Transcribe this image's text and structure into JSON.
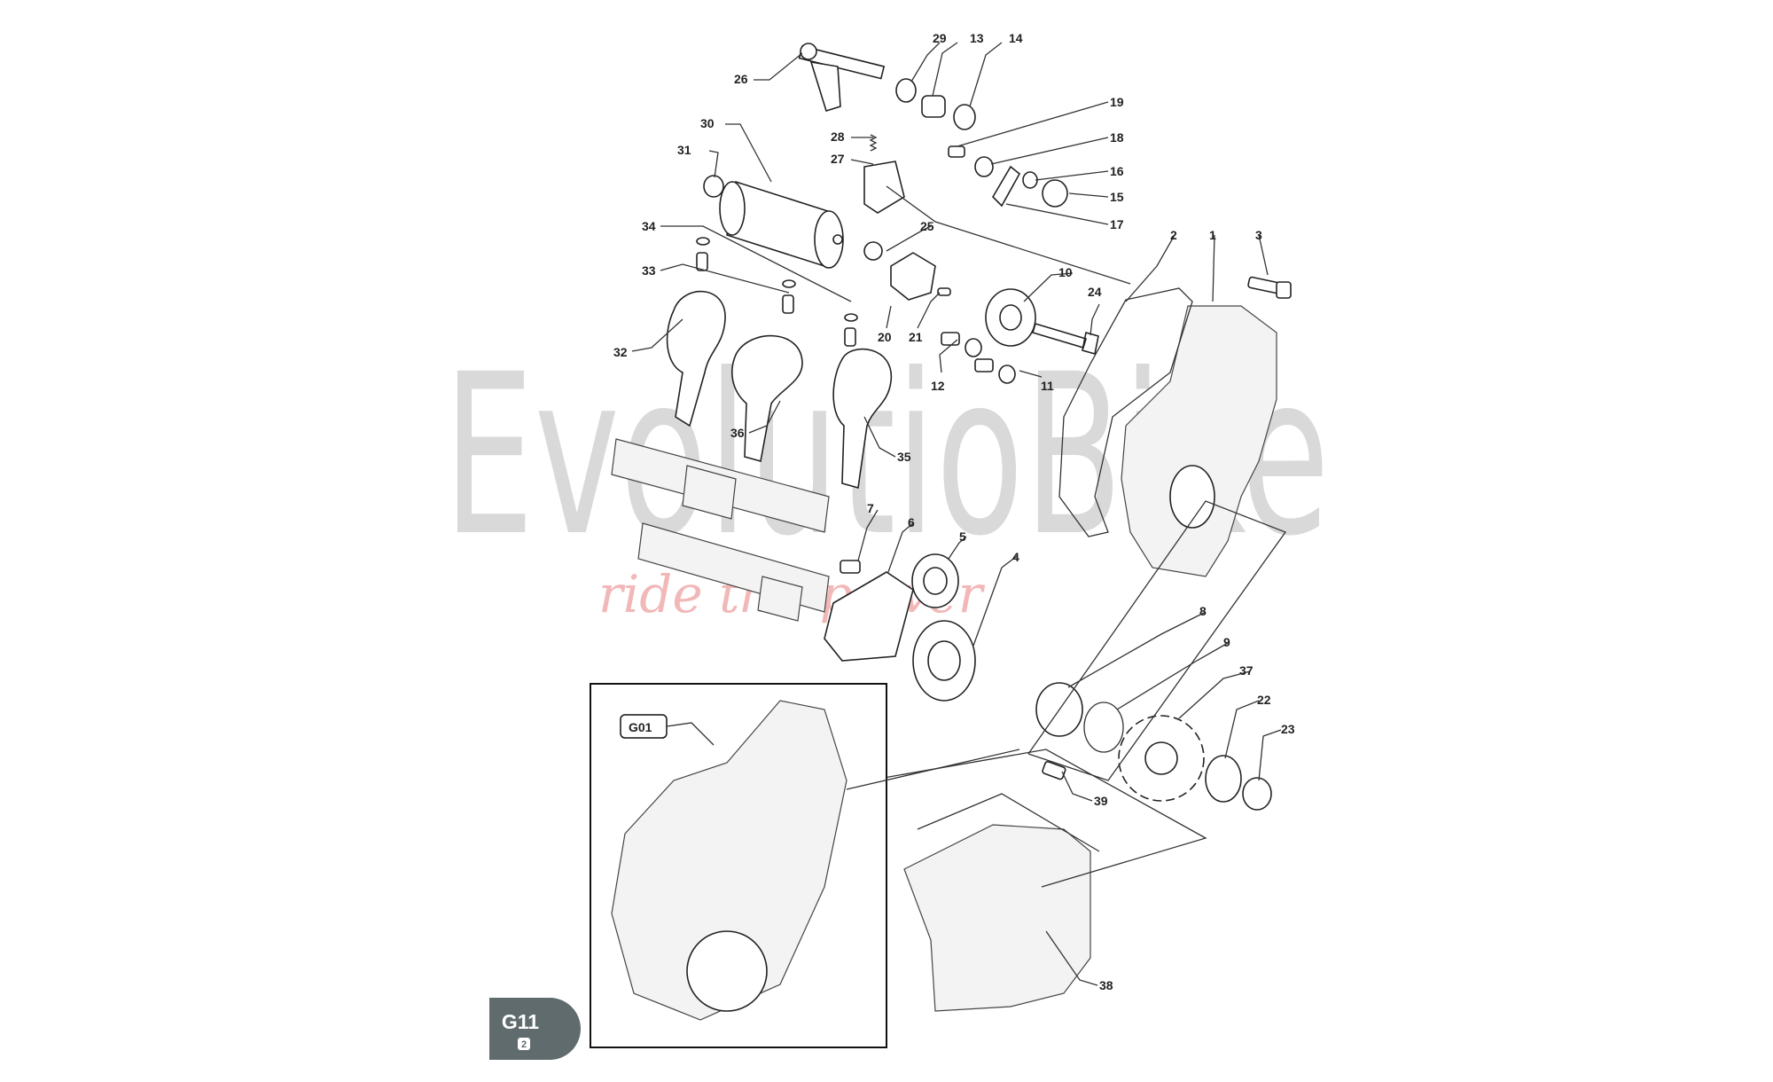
{
  "watermark": {
    "brand": "EvolutioBike",
    "tagline": "ride the power"
  },
  "inset_label": "G01",
  "page_badge": {
    "code": "G11",
    "sub": "2"
  },
  "callouts": {
    "c1": "1",
    "c2": "2",
    "c3": "3",
    "c4": "4",
    "c5": "5",
    "c6": "6",
    "c7": "7",
    "c8": "8",
    "c9": "9",
    "c10": "10",
    "c11": "11",
    "c12": "12",
    "c13": "13",
    "c14": "14",
    "c15": "15",
    "c16": "16",
    "c17": "17",
    "c18": "18",
    "c19": "19",
    "c20": "20",
    "c21": "21",
    "c22": "22",
    "c23": "23",
    "c24": "24",
    "c25": "25",
    "c26": "26",
    "c27": "27",
    "c28": "28",
    "c29": "29",
    "c30": "30",
    "c31": "31",
    "c32": "32",
    "c33": "33",
    "c34": "34",
    "c35": "35",
    "c36": "36",
    "c37": "37",
    "c38": "38",
    "c39": "39"
  }
}
